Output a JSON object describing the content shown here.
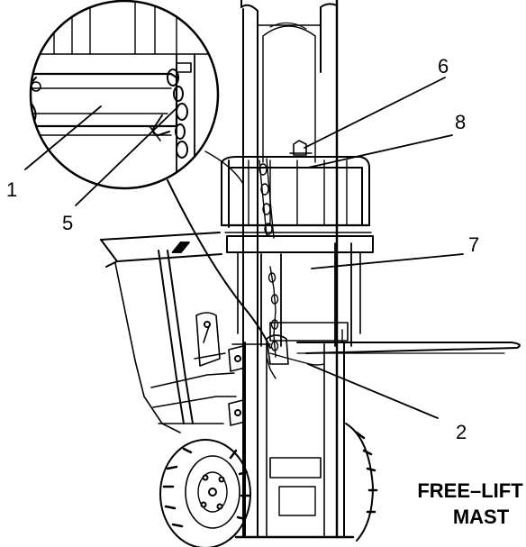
{
  "callouts": {
    "c1": "1",
    "c2": "2",
    "c5": "5",
    "c6": "6",
    "c7": "7",
    "c8": "8"
  },
  "caption": {
    "line1": "FREE–LIFT",
    "line2": "MAST"
  },
  "wheel_text": "∕∕∕∕",
  "colors": {
    "ink": "#000000",
    "background": "#ffffff"
  }
}
